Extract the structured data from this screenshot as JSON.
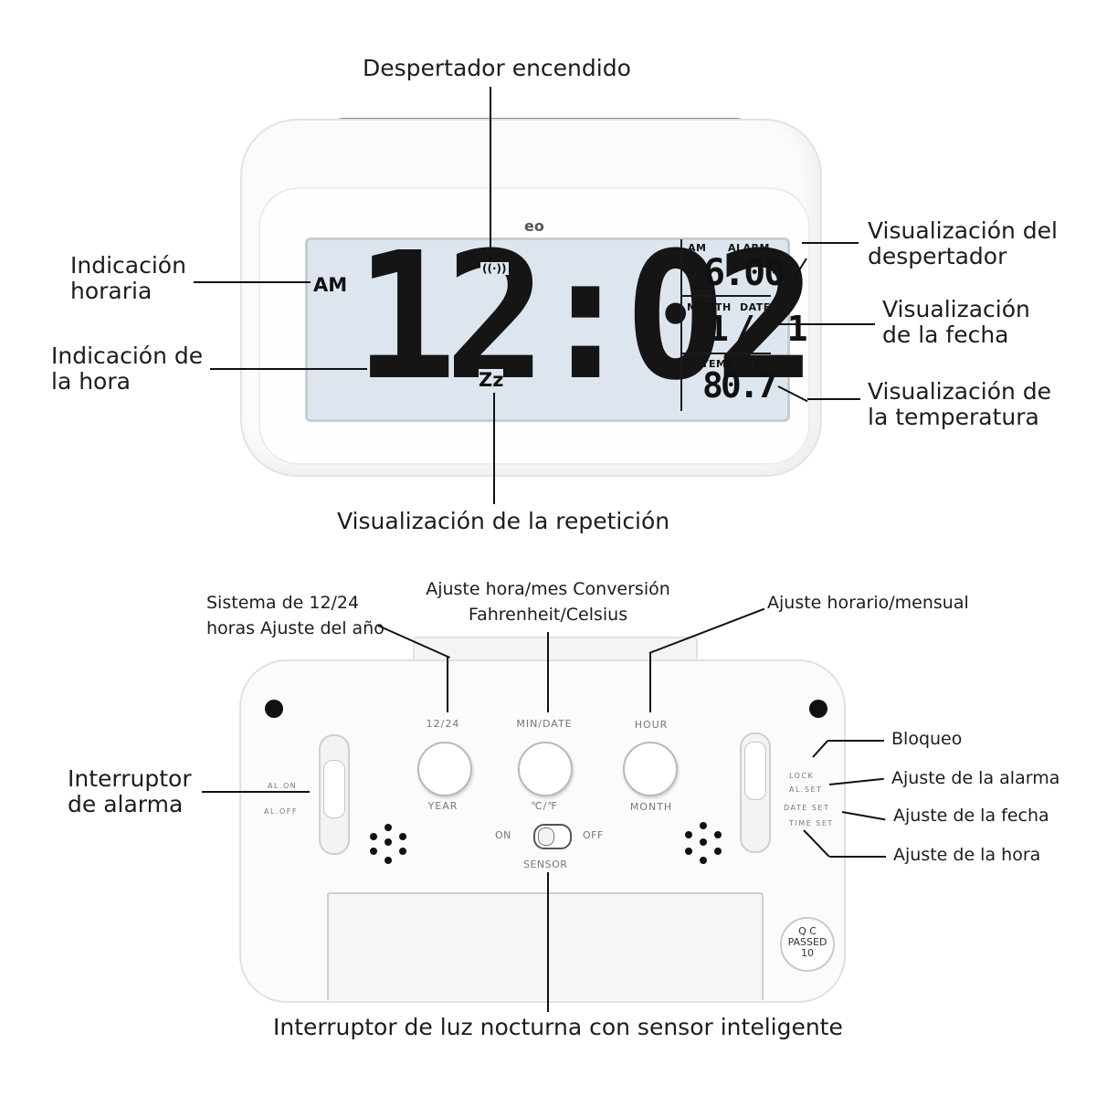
{
  "labels": {
    "despertador_encendido": "Despertador encendido",
    "indicacion_horaria_1": "Indicación",
    "indicacion_horaria_2": "horaria",
    "indicacion_hora_1": "Indicación de",
    "indicacion_hora_2": "la hora",
    "vis_despertador_1": "Visualización del",
    "vis_despertador_2": "despertador",
    "vis_fecha_1": "Visualización",
    "vis_fecha_2": "de la fecha",
    "vis_temp_1": "Visualización de",
    "vis_temp_2": "la temperatura",
    "vis_repeticion": "Visualización de la repetición",
    "sistema_1": "Sistema de 12/24",
    "sistema_2": "horas Ajuste del año",
    "ajuste_hora_mes_1": "Ajuste hora/mes Conversión",
    "ajuste_hora_mes_2": "Fahrenheit/Celsius",
    "ajuste_horario": "Ajuste horario/mensual",
    "interruptor_1": "Interruptor",
    "interruptor_2": "de alarma",
    "bloqueo": "Bloqueo",
    "ajuste_alarma": "Ajuste de la alarma",
    "ajuste_fecha": "Ajuste de la fecha",
    "ajuste_hora": "Ajuste de la hora",
    "interruptor_luz": "Interruptor de luz nocturna con sensor inteligente"
  },
  "display": {
    "logo": "eo",
    "ampm": "AM",
    "time": "12:02",
    "alarm_am": "AM",
    "alarm_label": "ALARM",
    "alarm_time": "6:00",
    "month_label": "MONTH",
    "date_label": "DATE",
    "date_value": "1/ 1",
    "temp_label": "TEMP",
    "temp_unit": "°F",
    "temp_value": "80.7",
    "snooze": "Zz",
    "alarm_on_symbol": "((·))"
  },
  "back": {
    "btn1_top": "12/24",
    "btn1_bottom": "YEAR",
    "btn2_top": "MIN/DATE",
    "btn2_bottom": "℃/℉",
    "btn3_top": "HOUR",
    "btn3_bottom": "MONTH",
    "al_on": "AL.ON",
    "al_off": "AL.OFF",
    "lock": "LOCK",
    "al_set": "AL.SET",
    "date_set": "DATE SET",
    "time_set": "TIME SET",
    "sensor_on": "ON",
    "sensor_off": "OFF",
    "sensor": "SENSOR",
    "qc_1": "Q C",
    "qc_2": "PASSED",
    "qc_3": "10"
  }
}
